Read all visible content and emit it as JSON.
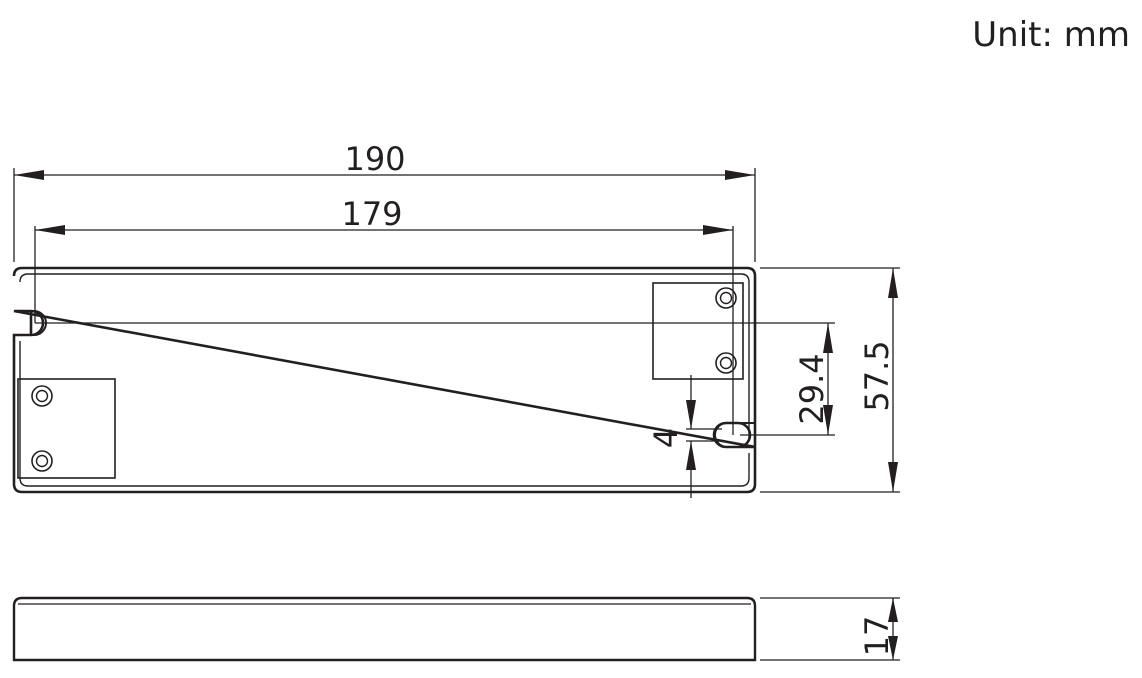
{
  "unit_label": "Unit: mm",
  "dimensions": {
    "overall_length": "190",
    "mounting_length": "179",
    "overall_width": "57.5",
    "mounting_height": "29.4",
    "slot_width": "4",
    "height": "17"
  },
  "colors": {
    "line": "#231f20",
    "background": "#ffffff"
  }
}
